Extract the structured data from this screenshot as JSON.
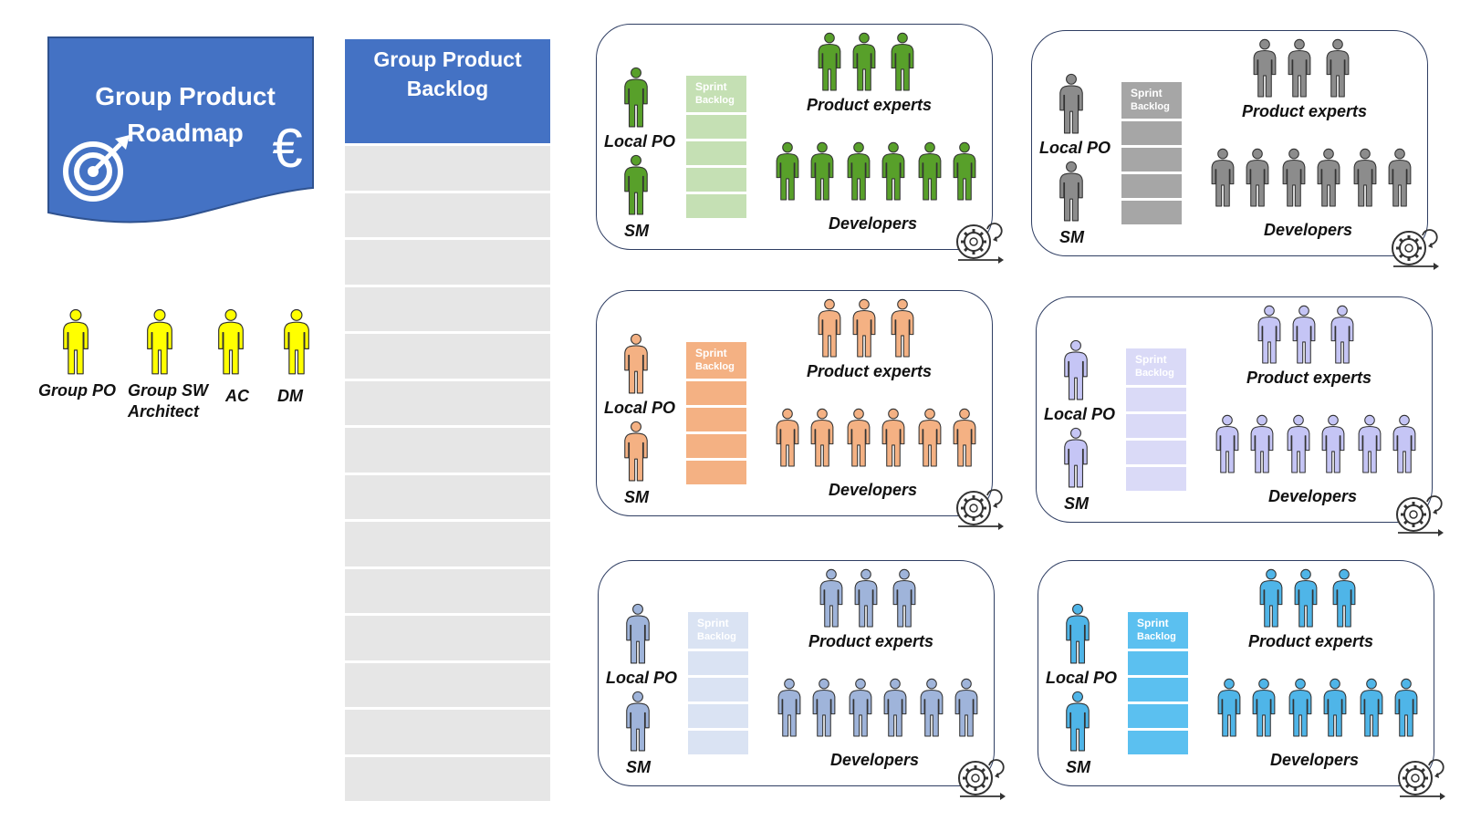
{
  "roadmap": {
    "title": "Group Product Roadmap",
    "title_line1": "Group Product",
    "title_line2": "Roadmap",
    "color": "#4472c4",
    "currency_glyph": "€"
  },
  "backlog": {
    "title_line1": "Group Product",
    "title_line2": "Backlog",
    "color": "#4472c4",
    "row_color": "#e6e6e6",
    "row_count": 14
  },
  "group_roles": {
    "color": "#ffff00",
    "people": [
      {
        "label": "Group PO"
      },
      {
        "label": "Group SW",
        "label2": "Architect"
      },
      {
        "label": "AC"
      },
      {
        "label": "DM"
      }
    ]
  },
  "teams": [
    {
      "id": "green",
      "color": "#58a02a",
      "sprint_color": "#c5e0b4",
      "sprint_text": "#ffffff",
      "local_po": "Local PO",
      "sm": "SM",
      "sprint_line1": "Sprint",
      "sprint_line2": "Backlog",
      "product_experts": "Product experts",
      "developers": "Developers"
    },
    {
      "id": "gray",
      "color": "#8c8c8c",
      "sprint_color": "#a6a6a6",
      "sprint_text": "#ffffff",
      "local_po": "Local PO",
      "sm": "SM",
      "sprint_line1": "Sprint",
      "sprint_line2": "Backlog",
      "product_experts": "Product experts",
      "developers": "Developers"
    },
    {
      "id": "orange",
      "color": "#f4b183",
      "sprint_color": "#f4b183",
      "sprint_text": "#ffffff",
      "local_po": "Local PO",
      "sm": "SM",
      "sprint_line1": "Sprint",
      "sprint_line2": "Backlog",
      "product_experts": "Product experts",
      "developers": "Developers"
    },
    {
      "id": "lavender",
      "color": "#c5c5f5",
      "sprint_color": "#dadaf7",
      "sprint_text": "#ffffff",
      "local_po": "Local PO",
      "sm": "SM",
      "sprint_line1": "Sprint",
      "sprint_line2": "Backlog",
      "product_experts": "Product experts",
      "developers": "Developers"
    },
    {
      "id": "steel",
      "color": "#9fb4da",
      "sprint_color": "#dae3f3",
      "sprint_text": "#ffffff",
      "local_po": "Local PO",
      "sm": "SM",
      "sprint_line1": "Sprint",
      "sprint_line2": "Backlog",
      "product_experts": "Product experts",
      "developers": "Developers"
    },
    {
      "id": "sky",
      "color": "#4fb5e8",
      "sprint_color": "#5bc0f0",
      "sprint_text": "#ffffff",
      "local_po": "Local PO",
      "sm": "SM",
      "sprint_line1": "Sprint",
      "sprint_line2": "Backlog",
      "product_experts": "Product experts",
      "developers": "Developers"
    }
  ],
  "icons": {
    "person": "person-icon",
    "target": "target-icon",
    "euro": "euro-icon",
    "cycle": "gear-cycle-icon"
  }
}
